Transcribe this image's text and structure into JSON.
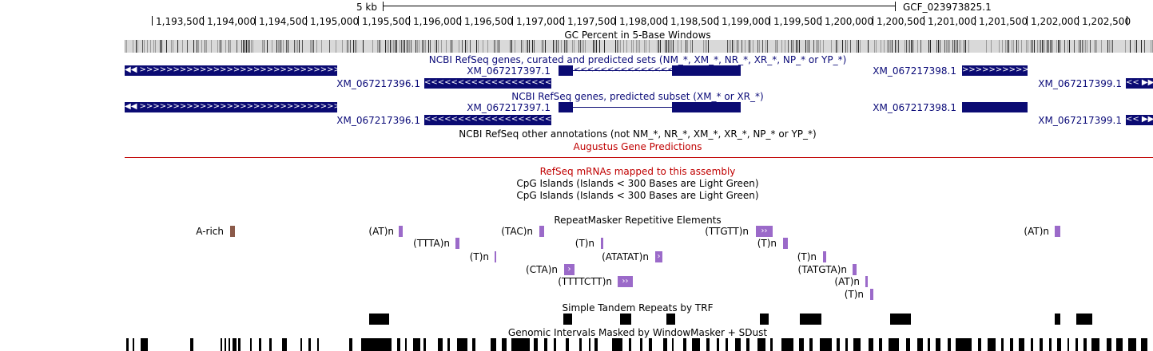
{
  "scale": {
    "label": "5 kb",
    "assembly": "GCF_023973825.1"
  },
  "ruler": {
    "ticks": [
      "1,193,500",
      "1,194,000",
      "1,194,500",
      "1,195,000",
      "1,195,500",
      "1,196,000",
      "1,196,500",
      "1,197,000",
      "1,197,500",
      "1,198,000",
      "1,198,500",
      "1,199,000",
      "1,199,500",
      "1,200,000",
      "1,200,500",
      "1,201,000",
      "1,201,500",
      "1,202,000",
      "1,202,500"
    ]
  },
  "tracks": {
    "gc": "GC Percent in 5-Base Windows",
    "refseq_all": "NCBI RefSeq genes, curated and predicted sets (NM_*, XM_*, NR_*, XR_*, NP_* or YP_*)",
    "refseq_pred": "NCBI RefSeq genes, predicted subset (XM_* or XR_*)",
    "refseq_other": "NCBI RefSeq other annotations (not NM_*, NR_*, XM_*, XR_*, NP_* or YP_*)",
    "augustus": "Augustus Gene Predictions",
    "mrna": "RefSeq mRNAs mapped to this assembly",
    "cpg1": "CpG Islands (Islands < 300 Bases are Light Green)",
    "cpg2": "CpG Islands (Islands < 300 Bases are Light Green)",
    "repeatmasker": "RepeatMasker Repetitive Elements",
    "trf": "Simple Tandem Repeats by TRF",
    "windowmasker": "Genomic Intervals Masked by WindowMasker + SDust"
  },
  "genes": {
    "g396": "XM_067217396.1",
    "g397": "XM_067217397.1",
    "g398": "XM_067217398.1",
    "g399": "XM_067217399.1"
  },
  "repeats": {
    "arich": "A-rich",
    "at1": "(AT)n",
    "ttta": "(TTTA)n",
    "tn1": "(T)n",
    "tac": "(TAC)n",
    "tn2": "(T)n",
    "atatat": "(ATATAT)n",
    "cta": "(CTA)n",
    "ttttctt": "(TTTTCTT)n",
    "ttgtt": "(TTGTT)n",
    "tn3": "(T)n",
    "tn4": "(T)n",
    "tatgta": "(TATGTA)n",
    "at2": "(AT)n",
    "tn5": "(T)n",
    "at3": "(AT)n"
  },
  "colors": {
    "gene": "#0b0b73",
    "repeat": "#9b6ac9",
    "arich": "#8b5a4a",
    "augustus": "#c00000",
    "label_navy": "#0a0a78"
  }
}
